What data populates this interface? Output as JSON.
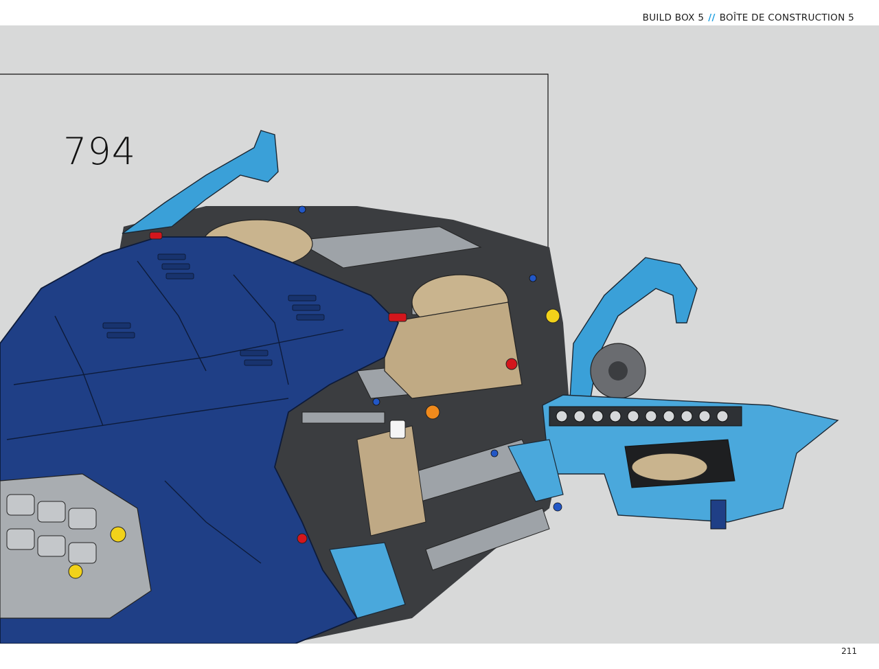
{
  "header": {
    "left": "BUILD BOX 5",
    "separator": "//",
    "right": "BOÎTE DE CONSTRUCTION 5"
  },
  "step": {
    "number": "794"
  },
  "footer": {
    "page_number": "211"
  },
  "colors": {
    "background": "#d8d9d9",
    "dark_blue": "#1f3f86",
    "light_blue": "#3aa0d8",
    "tan": "#c9b48e",
    "dark_grey": "#2c2c2c",
    "light_grey": "#b9bcbf",
    "accent_separator": "#1e9fe0"
  }
}
